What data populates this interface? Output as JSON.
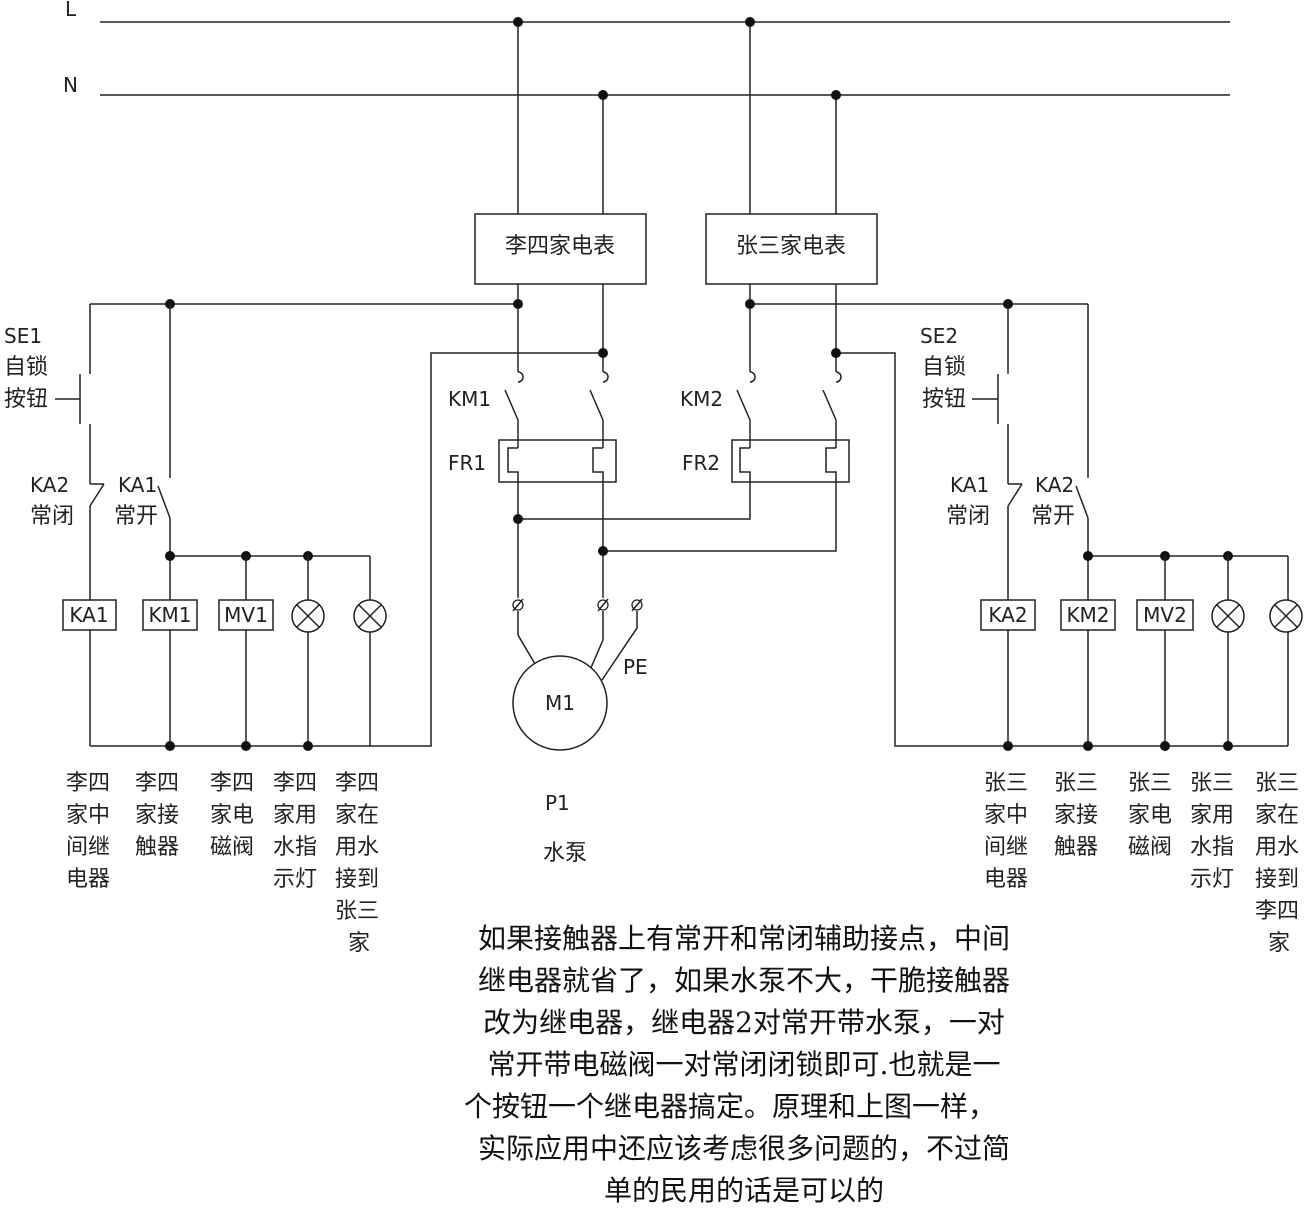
{
  "lines": {
    "L": "L",
    "N": "N"
  },
  "meters": {
    "lisi": "李四家电表",
    "zhangsan": "张三家电表"
  },
  "left": {
    "se": "SE1",
    "se_desc": [
      "自锁",
      "按钮"
    ],
    "ka_nc": "KA2",
    "ka_nc_desc": "常闭",
    "ka_no": "KA1",
    "ka_no_desc": "常开",
    "coils": [
      "KA1",
      "KM1",
      "MV1"
    ],
    "captions": [
      [
        "李四",
        "家中",
        "间继",
        "电器"
      ],
      [
        "李四",
        "家接",
        "触器"
      ],
      [
        "李四",
        "家电",
        "磁阀"
      ],
      [
        "李四",
        "家用",
        "水指",
        "示灯"
      ],
      [
        "李四",
        "家在",
        "用水",
        "接到",
        "张三",
        "家"
      ]
    ]
  },
  "right": {
    "se": "SE2",
    "se_desc": [
      "自锁",
      "按钮"
    ],
    "ka_nc": "KA1",
    "ka_nc_desc": "常闭",
    "ka_no": "KA2",
    "ka_no_desc": "常开",
    "coils": [
      "KA2",
      "KM2",
      "MV2"
    ],
    "captions": [
      [
        "张三",
        "家中",
        "间继",
        "电器"
      ],
      [
        "张三",
        "家接",
        "触器"
      ],
      [
        "张三",
        "家电",
        "磁阀"
      ],
      [
        "张三",
        "家用",
        "水指",
        "示灯"
      ],
      [
        "张三",
        "家在",
        "用水",
        "接到",
        "李四",
        "家"
      ]
    ]
  },
  "center": {
    "km1": "KM1",
    "km2": "KM2",
    "fr1": "FR1",
    "fr2": "FR2",
    "motor": "M1",
    "pe": "PE",
    "pump_id": "P1",
    "pump": "水泵"
  },
  "note": [
    "如果接触器上有常开和常闭辅助接点，中间",
    "继电器就省了，如果水泵不大，干脆接触器",
    "改为继电器，继电器2对常开带水泵，一对",
    "常开带电磁阀一对常闭闭锁即可.也就是一",
    "个按钮一个继电器搞定。原理和上图一样，",
    "实际应用中还应该考虑很多问题的，不过简",
    "单的民用的话是可以的"
  ]
}
